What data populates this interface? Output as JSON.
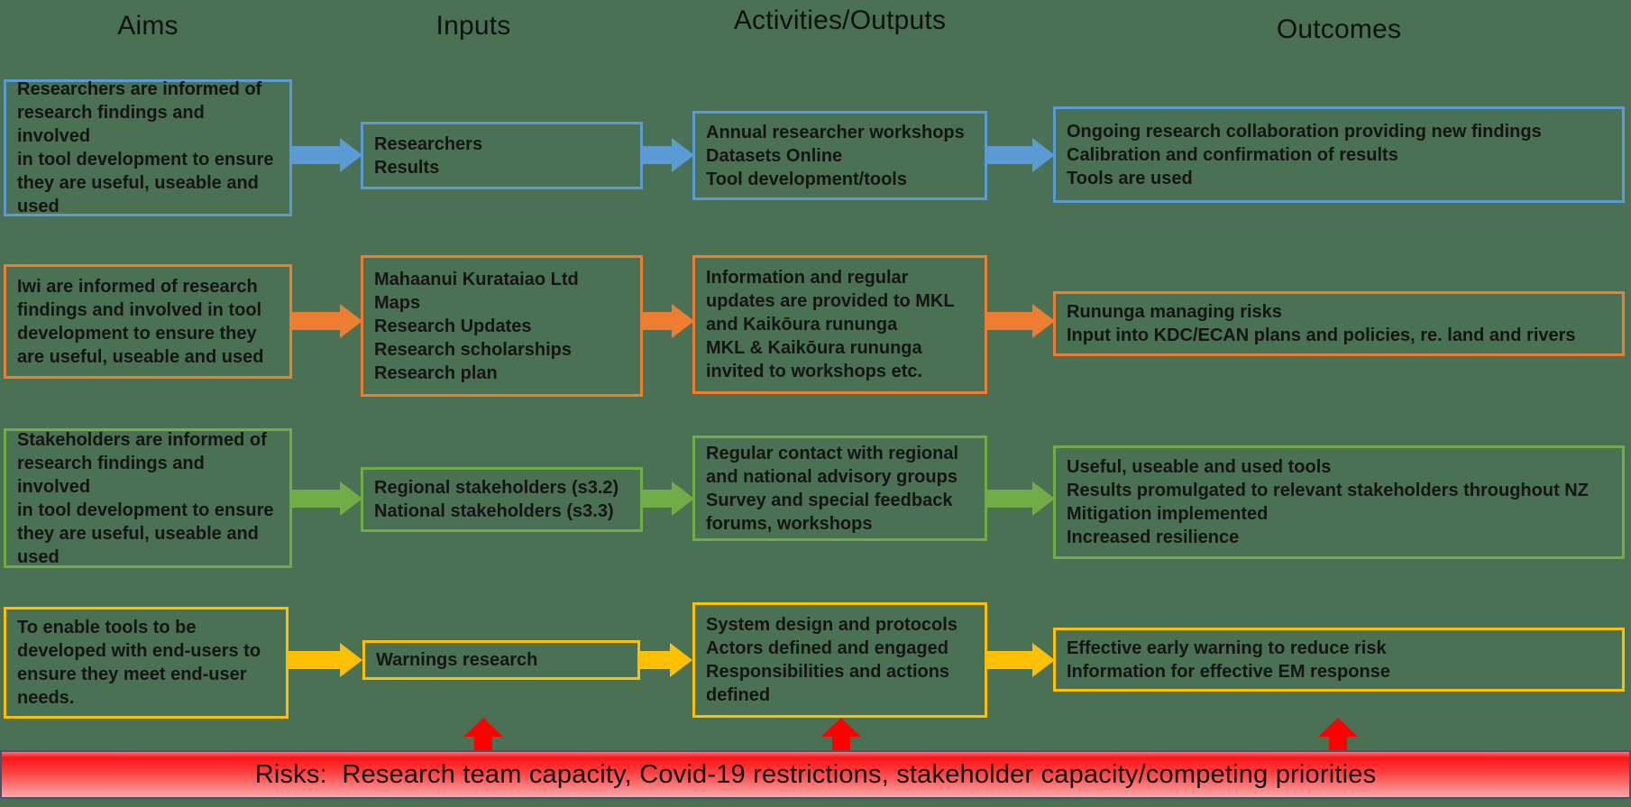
{
  "page": {
    "background": "#4b7154"
  },
  "headers": {
    "aims": "Aims",
    "inputs": "Inputs",
    "activities": "Activities/Outputs",
    "outcomes": "Outcomes"
  },
  "rows": [
    {
      "id": "researchers",
      "color": "#5B9BD5",
      "aim": [
        "Researchers are informed of",
        "research findings and involved",
        "in tool development to ensure",
        "they are useful, useable and",
        "used"
      ],
      "inputs": [
        "Researchers",
        "Results"
      ],
      "activities": [
        "Annual researcher workshops",
        "Datasets Online",
        "Tool development/tools"
      ],
      "outcomes": [
        "Ongoing research collaboration providing new findings",
        "Calibration and confirmation of results",
        "Tools are used"
      ]
    },
    {
      "id": "iwi",
      "color": "#ED7D31",
      "aim": [
        "Iwi are informed of research",
        "findings and involved in tool",
        "development to ensure they",
        "are useful, useable and used"
      ],
      "inputs": [
        "Mahaanui Kurataiao Ltd",
        "Maps",
        "Research Updates",
        "Research scholarships",
        "Research plan"
      ],
      "activities": [
        "Information and regular",
        "updates are provided to MKL",
        "and Kaikōura rununga",
        "MKL & Kaikōura rununga",
        "invited to workshops etc."
      ],
      "outcomes": [
        "Rununga managing risks",
        "Input into KDC/ECAN plans and policies, re. land and rivers"
      ]
    },
    {
      "id": "stakeholders",
      "color": "#70AD47",
      "aim": [
        "Stakeholders are informed of",
        "research findings and involved",
        "in tool development to ensure",
        "they are useful, useable and",
        "used"
      ],
      "inputs": [
        "Regional stakeholders (s3.2)",
        "National stakeholders (s3.3)"
      ],
      "activities": [
        "Regular contact with regional",
        "and national advisory groups",
        "Survey and special feedback",
        "forums, workshops"
      ],
      "outcomes": [
        "Useful, useable and used tools",
        "Results promulgated to relevant stakeholders throughout NZ",
        "Mitigation implemented",
        "Increased resilience"
      ]
    },
    {
      "id": "end-users",
      "color": "#FFC000",
      "aim": [
        "To enable tools to be",
        "developed with end-users to",
        "ensure they meet end-user",
        "needs."
      ],
      "inputs": [
        "Warnings research"
      ],
      "activities": [
        "System design and protocols",
        "Actors defined and engaged",
        "Responsibilities and actions",
        "defined"
      ],
      "outcomes": [
        "Effective early warning to reduce risk",
        "Information for effective EM response"
      ]
    }
  ],
  "risks": {
    "label": "Risks:  Research team capacity, Covid-19 restrictions, stakeholder capacity/competing priorities",
    "arrow_color": "#ff0000",
    "banner_border": "#44546A",
    "banner_top": "#fc7575",
    "banner_red": "#fe1616",
    "banner_mid": "#fd4040",
    "banner_bottom": "#f8aaaa"
  }
}
